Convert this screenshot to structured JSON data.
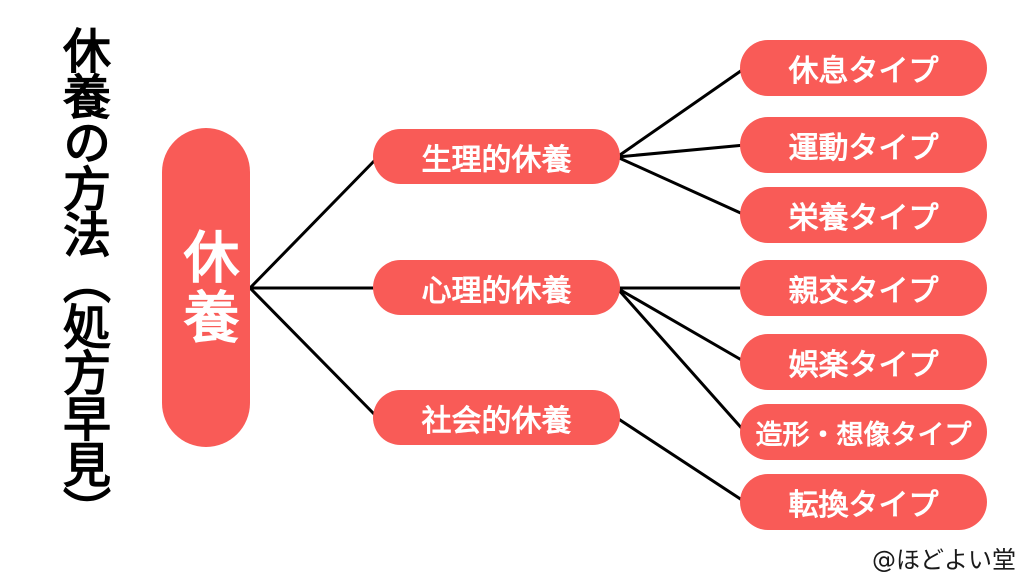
{
  "title": "休養の方法（処方早見）",
  "credit": "@ほどよい堂",
  "colors": {
    "node_fill": "#F95B57",
    "node_text": "#FFFFFF",
    "connector": "#000000",
    "title_text": "#000000",
    "background": "#FFFFFF"
  },
  "diagram": {
    "type": "tree",
    "root": {
      "label": "休養"
    },
    "branches": [
      {
        "label": "生理的休養",
        "children": [
          "休息タイプ",
          "運動タイプ",
          "栄養タイプ"
        ]
      },
      {
        "label": "心理的休養",
        "children": [
          "親交タイプ",
          "娯楽タイプ",
          "造形・想像タイプ"
        ]
      },
      {
        "label": "社会的休養",
        "children": [
          "転換タイプ"
        ]
      }
    ],
    "edges": [
      [
        "休養",
        "生理的休養"
      ],
      [
        "休養",
        "心理的休養"
      ],
      [
        "休養",
        "社会的休養"
      ],
      [
        "生理的休養",
        "休息タイプ"
      ],
      [
        "生理的休養",
        "運動タイプ"
      ],
      [
        "生理的休養",
        "栄養タイプ"
      ],
      [
        "心理的休養",
        "親交タイプ"
      ],
      [
        "心理的休養",
        "娯楽タイプ"
      ],
      [
        "心理的休養",
        "造形・想像タイプ"
      ],
      [
        "社会的休養",
        "転換タイプ"
      ]
    ]
  }
}
